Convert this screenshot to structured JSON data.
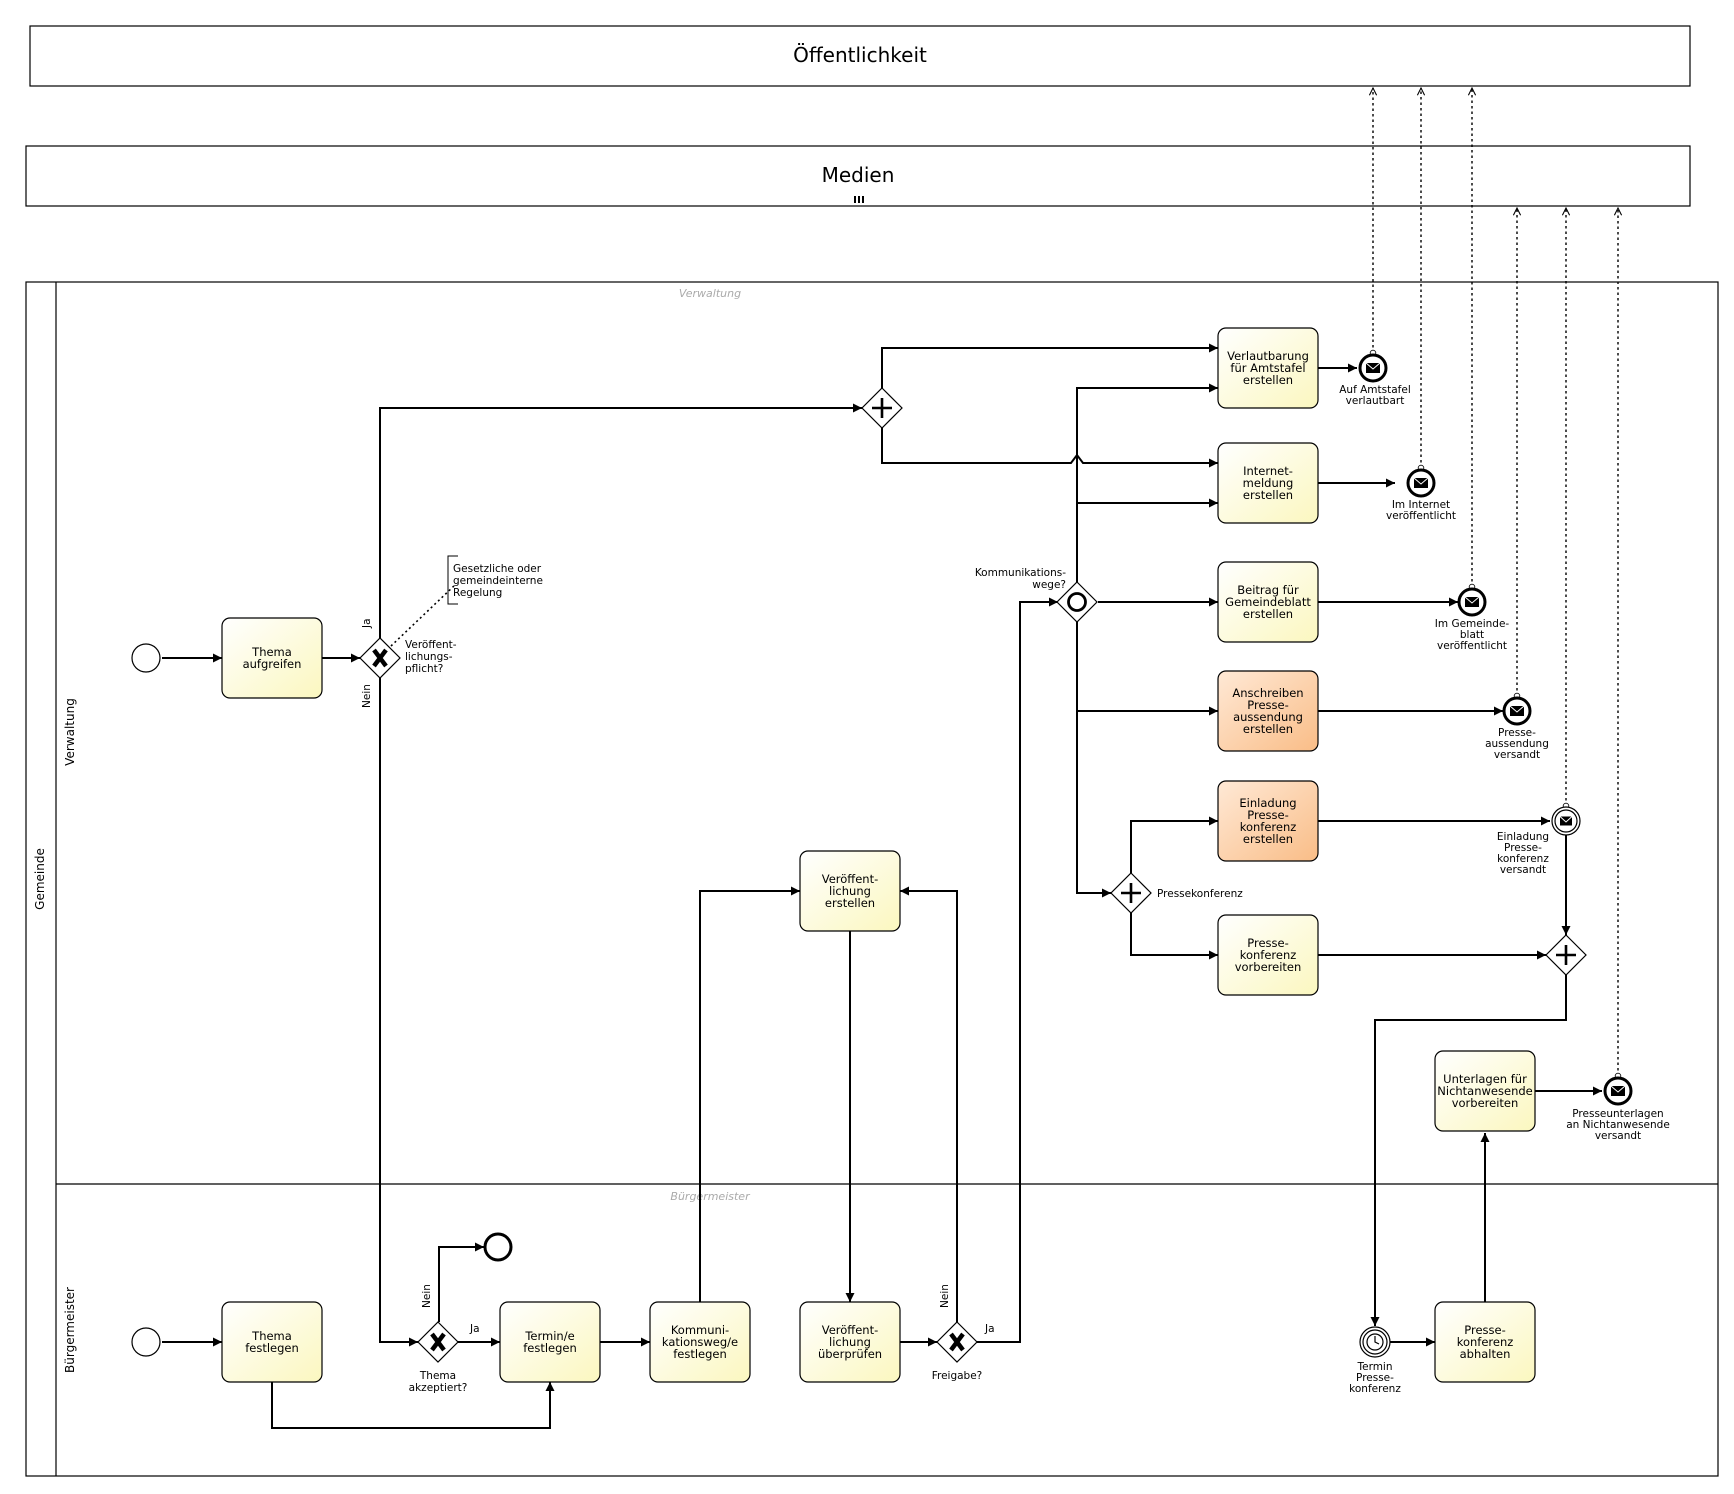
{
  "pools": {
    "public": "Öffentlichkeit",
    "media": "Medien",
    "municipality": "Gemeinde"
  },
  "lanes": {
    "administration": "Verwaltung",
    "mayor": "Bürgermeister"
  },
  "tasks": {
    "thema_aufgreifen": [
      "Thema",
      "aufgreifen"
    ],
    "thema_festlegen": [
      "Thema",
      "festlegen"
    ],
    "termin_festlegen": [
      "Termin/e",
      "festlegen"
    ],
    "kommunikationsweg_festlegen": [
      "Kommuni-",
      "kationsweg/e",
      "festlegen"
    ],
    "veroeffentlichung_erstellen": [
      "Veröffent-",
      "lichung",
      "erstellen"
    ],
    "veroeffentlichung_ueberpruefen": [
      "Veröffent-",
      "lichung",
      "überprüfen"
    ],
    "verlautbarung": [
      "Verlautbarung",
      "für Amtstafel",
      "erstellen"
    ],
    "internetmeldung": [
      "Internet-",
      "meldung",
      "erstellen"
    ],
    "beitrag_gemeindeblatt": [
      "Beitrag für",
      "Gemeindeblatt",
      "erstellen"
    ],
    "anschreiben_presse": [
      "Anschreiben",
      "Presse-",
      "aussendung",
      "erstellen"
    ],
    "einladung_presse": [
      "Einladung",
      "Presse-",
      "konferenz",
      "erstellen"
    ],
    "pressekonferenz_vorbereiten": [
      "Presse-",
      "konferenz",
      "vorbereiten"
    ],
    "unterlagen_nichtanwesende": [
      "Unterlagen für",
      "Nichtanwesende",
      "vorbereiten"
    ],
    "pressekonferenz_abhalten": [
      "Presse-",
      "konferenz",
      "abhalten"
    ]
  },
  "gateways": {
    "veroeffentlichungspflicht": [
      "Veröffent-",
      "lichungs-",
      "pflicht?"
    ],
    "thema_akzeptiert": [
      "Thema",
      "akzeptiert?"
    ],
    "freigabe": [
      "Freigabe?"
    ],
    "kommunikationswege": [
      "Kommunikations-",
      "wege?"
    ],
    "pressekonferenz": [
      "Pressekonferenz"
    ]
  },
  "flow_labels": {
    "ja": "Ja",
    "nein": "Nein"
  },
  "annotation": [
    "Gesetzliche oder",
    "gemeindeinterne",
    "Regelung"
  ],
  "events": {
    "amtstafel": [
      "Auf Amtstafel",
      "verlautbart"
    ],
    "internet": [
      "Im Internet",
      "veröffentlicht"
    ],
    "gemeindeblatt": [
      "Im Gemeinde-",
      "blatt",
      "veröffentlicht"
    ],
    "presseaussendung": [
      "Presse-",
      "aussendung",
      "versandt"
    ],
    "einladung": [
      "Einladung",
      "Presse-",
      "konferenz",
      "versandt"
    ],
    "presseunterlagen": [
      "Presseunterlagen",
      "an Nichtanwesende",
      "versandt"
    ],
    "termin": [
      "Termin",
      "Presse-",
      "konferenz"
    ]
  },
  "colors": {
    "task_fill": "#fdfbd0",
    "task_fill_highlight": "#fcc99c",
    "stroke": "#000000",
    "watermark": "#aaaaaa"
  }
}
